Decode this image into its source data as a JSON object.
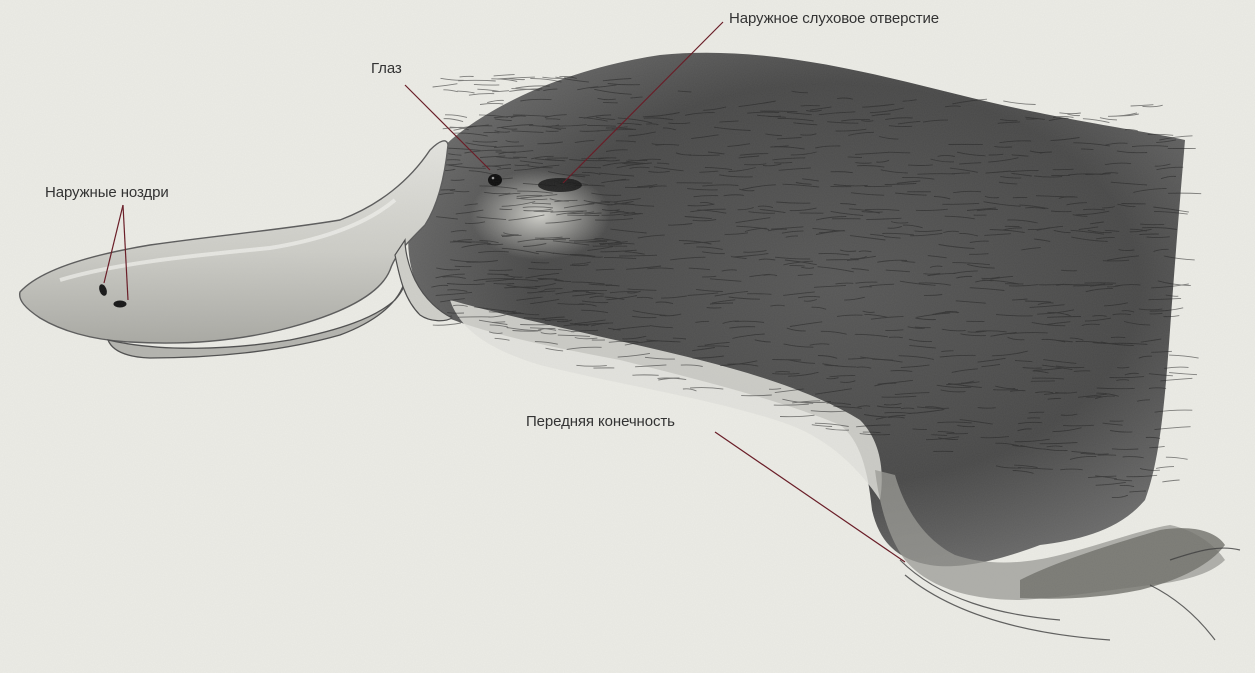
{
  "colors": {
    "background": "#ecece6",
    "leader_line": "#6a1e28",
    "label_text": "#333333",
    "fur_dark": "#2b2b2b",
    "fur_mid": "#5a5a5a",
    "bill_fill": "#cfcfca",
    "bill_outline": "#555555"
  },
  "labels": {
    "ear": "Наружное слуховое отверстие",
    "eye": "Глаз",
    "nostrils": "Наружные ноздри",
    "forelimb": "Передняя конечность"
  }
}
